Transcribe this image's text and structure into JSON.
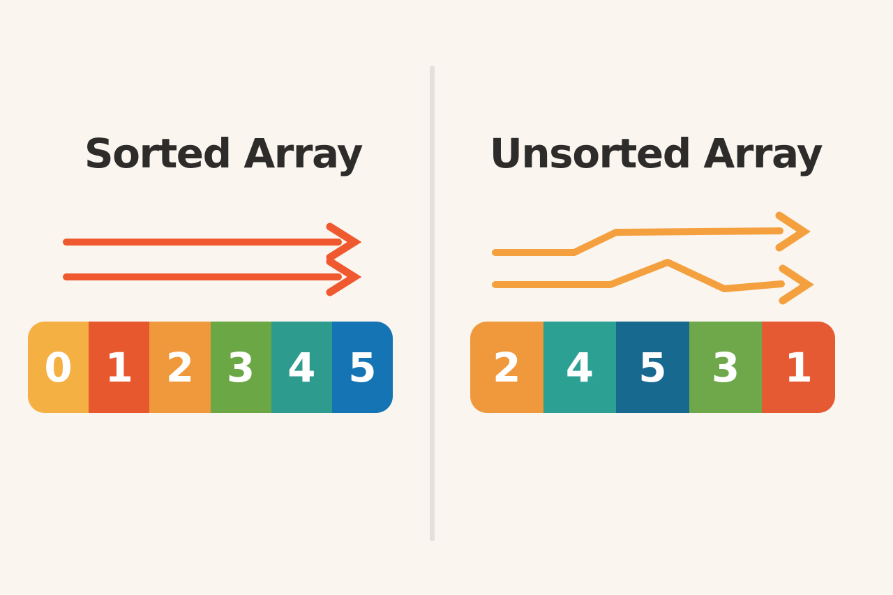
{
  "background_color": "#FAF5EF",
  "divider_color": "#E4E1DD",
  "title_color": "#2E2C2A",
  "cell_text_color": "#FFFFFF",
  "panels": {
    "sorted": {
      "title": "Sorted Array",
      "arrow_style": "straight",
      "arrow_color": "#F0582F",
      "values": [
        0,
        1,
        2,
        3,
        4,
        5
      ],
      "cells": [
        {
          "value": "0",
          "color": "#F5B043"
        },
        {
          "value": "1",
          "color": "#E8582F"
        },
        {
          "value": "2",
          "color": "#F0993C"
        },
        {
          "value": "3",
          "color": "#6CA745"
        },
        {
          "value": "4",
          "color": "#2E9B8F"
        },
        {
          "value": "5",
          "color": "#1474B4"
        }
      ]
    },
    "unsorted": {
      "title": "Unsorted Array",
      "arrow_style": "bent",
      "arrow_color": "#F4A03E",
      "values": [
        2,
        4,
        5,
        3,
        1
      ],
      "cells": [
        {
          "value": "2",
          "color": "#F0993C"
        },
        {
          "value": "4",
          "color": "#2BA093"
        },
        {
          "value": "5",
          "color": "#17698F"
        },
        {
          "value": "3",
          "color": "#6EA84B"
        },
        {
          "value": "1",
          "color": "#E65A33"
        }
      ]
    }
  }
}
